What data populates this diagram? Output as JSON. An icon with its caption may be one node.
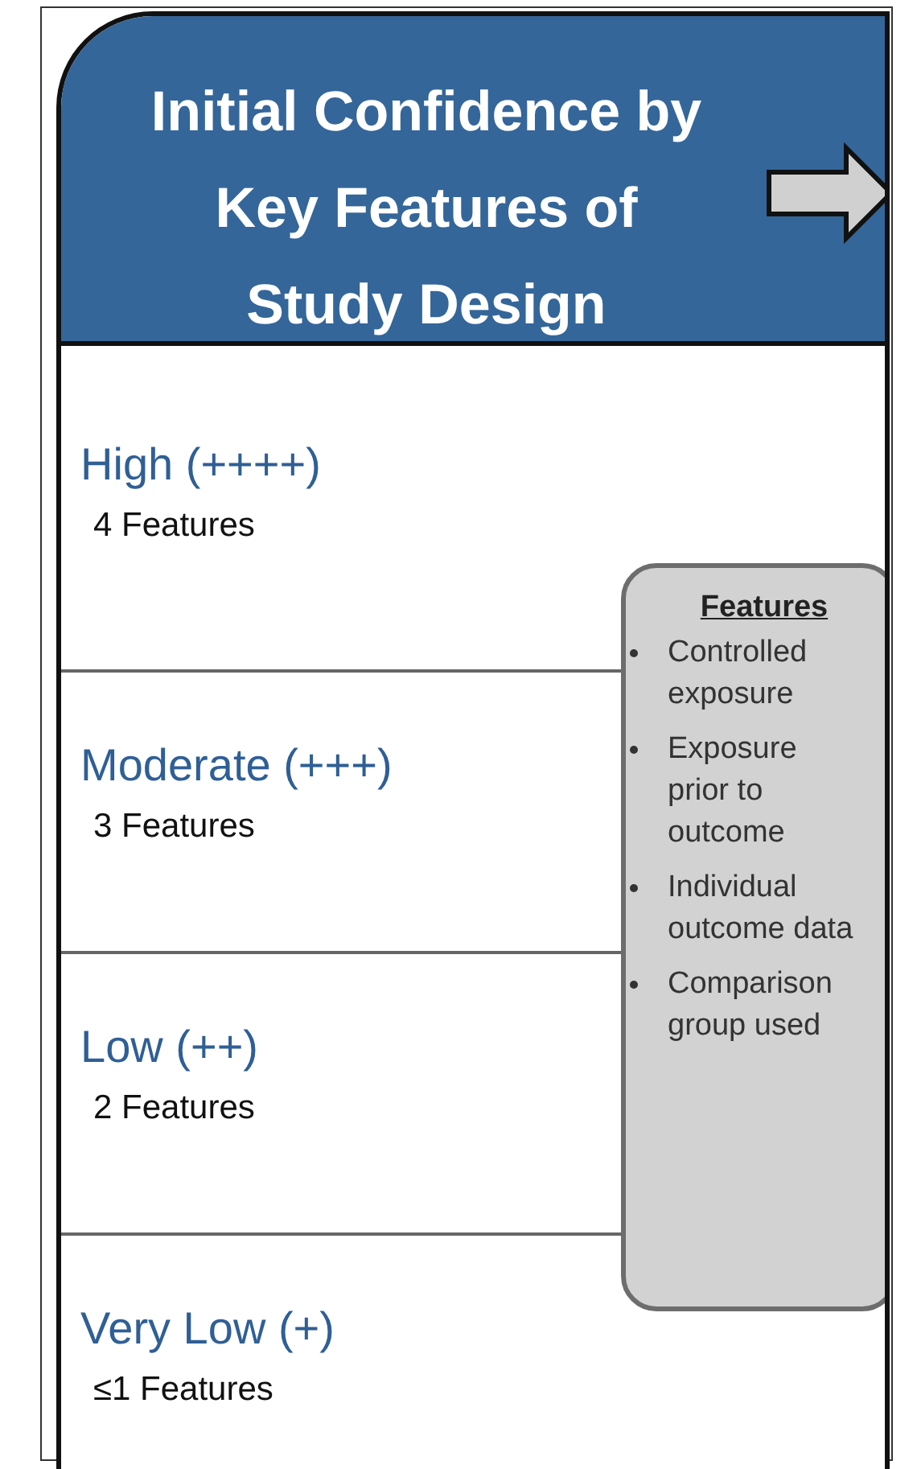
{
  "diagram": {
    "nodes": [
      {
        "text": [
          "Initial Confidence by Key Features of Study Design"
        ]
      },
      {
        "text": [
          "High (++++)",
          "4 Features"
        ],
        "in": 0
      },
      {
        "text": [
          "Moderate (+++)",
          "3 Features"
        ],
        "in": 0
      },
      {
        "text": [
          "Low (++)",
          "2 Features"
        ],
        "in": 0
      },
      {
        "text": [
          "Very Low (+)",
          "≤1 Features"
        ],
        "in": 0
      },
      {
        "text": [
          "Features",
          "Controlled exposure",
          "Exposure prior to outcome",
          "Individual outcome data",
          "Comparison group used"
        ],
        "in": 0
      }
    ]
  }
}
